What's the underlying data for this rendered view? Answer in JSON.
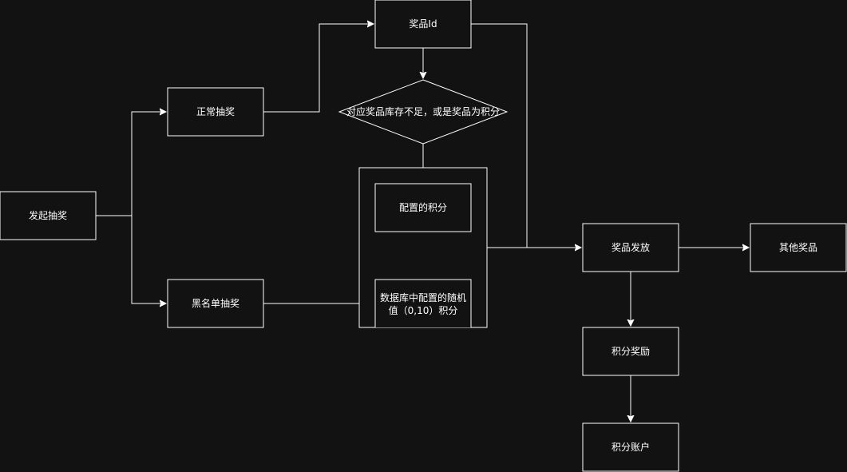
{
  "diagram": {
    "colors": {
      "background": "#121212",
      "stroke": "#ffffff",
      "text": "#ffffff"
    },
    "nodes": {
      "start_draw": "发起抽奖",
      "normal_draw": "正常抽奖",
      "blacklist_draw": "黑名单抽奖",
      "prize_id": "奖品Id",
      "decision": "对应奖品库存不足，或是奖品为积分",
      "configured_points": "配置的积分",
      "random_points_line1": "数据库中配置的随机",
      "random_points_line2": "值（0,10）积分",
      "prize_distribution": "奖品发放",
      "other_prizes": "其他奖品",
      "points_reward": "积分奖励",
      "points_account": "积分账户"
    }
  }
}
